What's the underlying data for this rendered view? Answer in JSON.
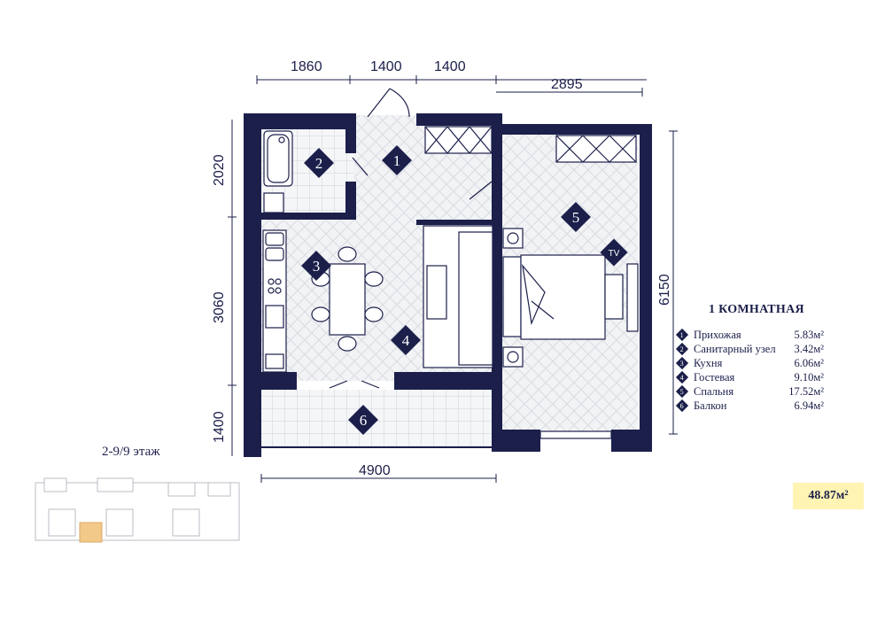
{
  "dimensions": {
    "top_left": "1860",
    "top_door": "1400",
    "top_mid": "1400",
    "top_right": "2895",
    "left_upper": "2020",
    "left_mid": "3060",
    "left_lower": "1400",
    "right": "6150",
    "bottom": "4900"
  },
  "rooms": [
    {
      "num": "1",
      "name": "Прихожая",
      "area": "5.83м²"
    },
    {
      "num": "2",
      "name": "Санитарный узел",
      "area": "3.42м²"
    },
    {
      "num": "3",
      "name": "Кухня",
      "area": "6.06м²"
    },
    {
      "num": "4",
      "name": "Гостевая",
      "area": "9.10м²"
    },
    {
      "num": "5",
      "name": "Спальня",
      "area": "17.52м²"
    },
    {
      "num": "6",
      "name": "Балкон",
      "area": "6.94м²"
    }
  ],
  "tv_label": "TV",
  "legend_title": "1 КОМНАТНАЯ",
  "floor_label": "2-9/9 этаж",
  "total_area": "48.87м²",
  "colors": {
    "wall": "#1b1f4a",
    "floor": "#eef0f3",
    "highlight": "#f3c98a",
    "total_bg": "#fff4b3"
  }
}
